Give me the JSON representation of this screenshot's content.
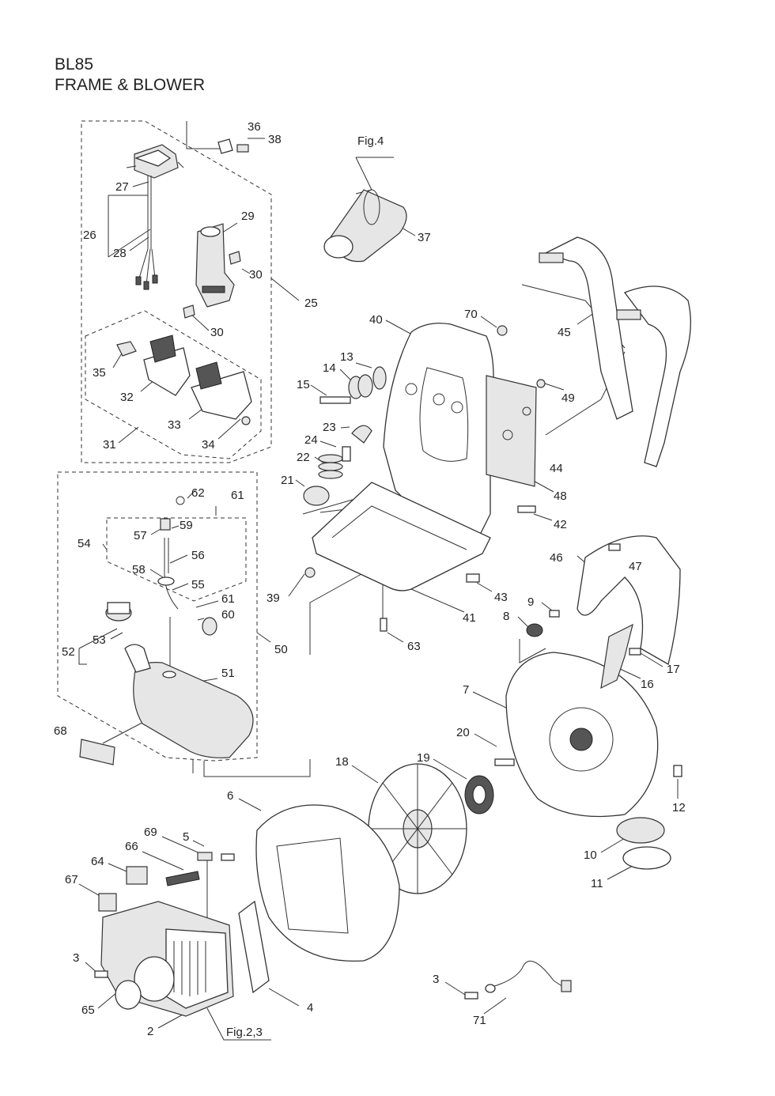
{
  "header": {
    "model": "BL85",
    "subtitle": "FRAME & BLOWER"
  },
  "references": {
    "fig4": "Fig.4",
    "fig23": "Fig.2,3"
  },
  "part_numbers": [
    "36",
    "38",
    "27",
    "29",
    "26",
    "28",
    "30",
    "25",
    "30",
    "35",
    "32",
    "33",
    "34",
    "31",
    "62",
    "61",
    "57",
    "59",
    "54",
    "58",
    "56",
    "55",
    "61",
    "60",
    "52",
    "53",
    "50",
    "51",
    "68",
    "37",
    "40",
    "70",
    "13",
    "14",
    "15",
    "23",
    "24",
    "22",
    "21",
    "39",
    "41",
    "63",
    "42",
    "43",
    "48",
    "49",
    "45",
    "44",
    "46",
    "47",
    "9",
    "8",
    "17",
    "16",
    "7",
    "20",
    "19",
    "18",
    "12",
    "10",
    "11",
    "6",
    "69",
    "5",
    "66",
    "64",
    "67",
    "3",
    "65",
    "2",
    "4",
    "3",
    "71"
  ]
}
